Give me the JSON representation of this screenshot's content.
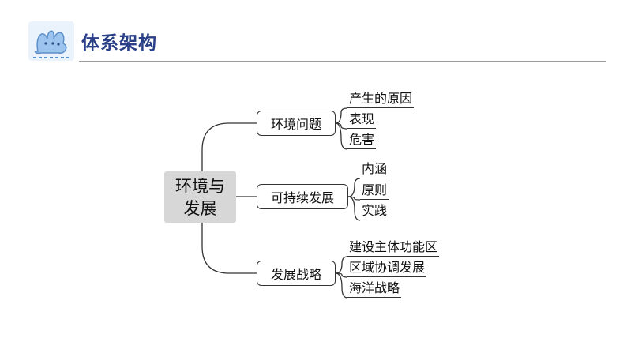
{
  "header": {
    "title": "体系架构"
  },
  "mindmap": {
    "root": [
      "环境与",
      "发展"
    ],
    "branches": [
      {
        "label": "环境问题",
        "children": [
          "产生的原因",
          "表现",
          "危害"
        ]
      },
      {
        "label": "可持续发展",
        "children": [
          "内涵",
          "原则",
          "实践"
        ]
      },
      {
        "label": "发展战略",
        "children": [
          "建设主体功能区",
          "区域协调发展",
          "海洋战略"
        ]
      }
    ]
  },
  "colors": {
    "title": "#2a3f87",
    "rule": "#9a9a9a",
    "root_fill": "#d7d7d7",
    "line": "#333333",
    "logo": "#7fb2e6"
  }
}
